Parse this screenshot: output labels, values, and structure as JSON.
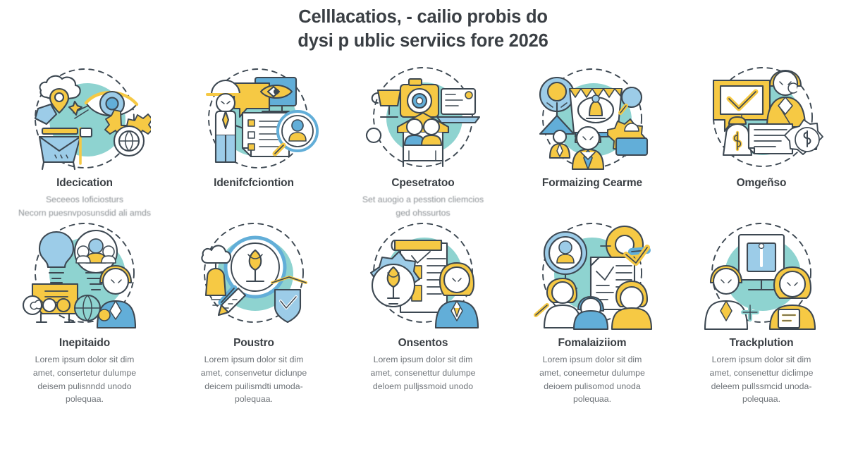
{
  "colors": {
    "teal_blob": "#8ed3d0",
    "teal_light": "#a7dedb",
    "yellow": "#f6c944",
    "yellow_light": "#fbdd86",
    "blue": "#62aed8",
    "blue_light": "#9ccce8",
    "outline": "#3d4852",
    "text_dark": "#3a3f44",
    "text_muted": "#6f7479",
    "background": "#ffffff"
  },
  "header": {
    "title_line_1": "Celllacatios, - cailio probis do",
    "title_line_2": "dysi p ublic serviics fore 2026"
  },
  "row1": [
    {
      "title": "Idecication",
      "body": "Seceeos Ioficiosturs\nNecorn puesnvposunsdid ali amds",
      "blurry": true,
      "icon": "eye-cloud-gear-icon"
    },
    {
      "title": "Idenifcfciontion",
      "body": "",
      "blurry": false,
      "icon": "inspector-checklist-magnifier-icon"
    },
    {
      "title": "Cpesetratoo",
      "body": "Set auogio a pesstion cliemcios\nged ohssurtos",
      "blurry": true,
      "icon": "camera-trophy-team-icon"
    },
    {
      "title": "Formaizing Cearme",
      "body": "",
      "blurry": false,
      "icon": "lamp-bell-gear-worker-icon"
    },
    {
      "title": "Omgeñso",
      "body": "",
      "blurry": false,
      "icon": "approval-money-document-icon"
    }
  ],
  "row2": [
    {
      "title": "Inepitaido",
      "body": "Lorem ipsum dolor sit dim amet, consertetur dulumpe deisem pulisnndd unodo polequaa.",
      "icon": "bulb-team-screen-person-icon"
    },
    {
      "title": "Poustro",
      "body": "Lorem ipsum dolor sit dim amet, consenvetur diclunpe deicem puilismdti umoda-polequaa.",
      "icon": "magnifier-ruler-shield-icon"
    },
    {
      "title": "Onsentos",
      "body": "Lorem ipsum dolor sit dim amet, consenettur dulumpe deloem pulljssmoid unodo",
      "icon": "clipboard-bulb-gear-woman-icon"
    },
    {
      "title": "Fomalaiziiom",
      "body": "Lorem ipsum dolor sit dim amet, coneemetur dulumpe deioem pulisomod unoda polequaa.",
      "icon": "profile-mirror-document-people-icon"
    },
    {
      "title": "Trackplution",
      "body": "Lorem ipsum dolor sit dim amet, consenettur diclimpe deleem pullssmcid unoda-polequaa.",
      "icon": "presentation-board-people-icon"
    }
  ]
}
